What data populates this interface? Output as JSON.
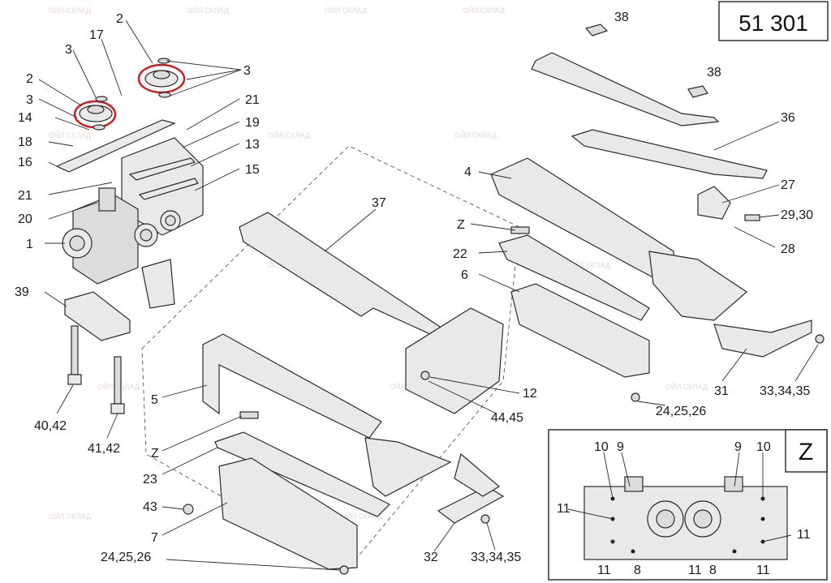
{
  "sheet_number": "51 301",
  "detail_view_label": "Z",
  "watermark_text": "ОЙЛ СКЛАД",
  "colors": {
    "highlight": "#d81818",
    "line": "#2a2a2a",
    "watermark": "#d9b6b6"
  },
  "callouts": {
    "c2a": "2",
    "c17": "17",
    "c3a": "3",
    "c3b": "3",
    "c2b": "2",
    "c3c": "3",
    "c14": "14",
    "c18": "18",
    "c16": "16",
    "c21a": "21",
    "c20": "20",
    "c1": "1",
    "c39": "39",
    "c21b": "21",
    "c19": "19",
    "c13": "13",
    "c15": "15",
    "c37": "37",
    "c4": "4",
    "cZa": "Z",
    "c22": "22",
    "c6": "6",
    "c38a": "38",
    "c38b": "38",
    "c36": "36",
    "c27": "27",
    "c2930": "29,30",
    "c28": "28",
    "c31": "31",
    "c333435a": "33,34,35",
    "c12": "12",
    "c4445": "44,45",
    "c242526a": "24,25,26",
    "c5": "5",
    "cZb": "Z",
    "c23": "23",
    "c43": "43",
    "c7": "7",
    "c242526b": "24,25,26",
    "c32": "32",
    "c333435b": "33,34,35",
    "c4042": "40,42",
    "c4142": "41,42",
    "z10a": "10",
    "z9a": "9",
    "z9b": "9",
    "z10b": "10",
    "z11a": "11",
    "z11b": "11",
    "z11c": "11",
    "z8a": "8",
    "z11d": "11",
    "z8b": "8",
    "z11e": "11"
  }
}
